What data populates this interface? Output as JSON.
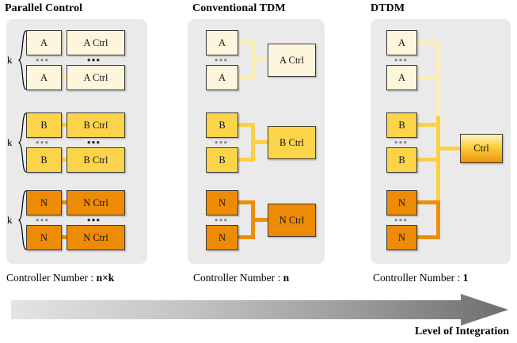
{
  "figure": {
    "title_row": [
      "Parallel Control",
      "Conventional TDM",
      "DTDM"
    ],
    "integration_label": "Level of Integration"
  },
  "panels": [
    {
      "title": "Parallel Control",
      "caption_prefix": "Controller Number : ",
      "caption_value": "n×k",
      "brace_labels": [
        "k",
        "k",
        "k"
      ],
      "groups": [
        {
          "tone": "a",
          "unit_label": "A",
          "ctrl_label": "A Ctrl",
          "ellipsis": "•••"
        },
        {
          "tone": "b",
          "unit_label": "B",
          "ctrl_label": "B Ctrl",
          "ellipsis": "•••"
        },
        {
          "tone": "n",
          "unit_label": "N",
          "ctrl_label": "N Ctrl",
          "ellipsis": "•••"
        }
      ]
    },
    {
      "title": "Conventional TDM",
      "caption_prefix": "Controller Number : ",
      "caption_value": "n",
      "groups": [
        {
          "tone": "a",
          "unit_label": "A",
          "ctrl_label": "A Ctrl",
          "ellipsis": "•••"
        },
        {
          "tone": "b",
          "unit_label": "B",
          "ctrl_label": "B Ctrl",
          "ellipsis": "•••"
        },
        {
          "tone": "n",
          "unit_label": "N",
          "ctrl_label": "N Ctrl",
          "ellipsis": "•••"
        }
      ]
    },
    {
      "title": "DTDM",
      "caption_prefix": "Controller Number : ",
      "caption_value": "1",
      "shared_ctrl_label": "Ctrl",
      "groups": [
        {
          "tone": "a",
          "unit_label": "A",
          "ellipsis": "•••"
        },
        {
          "tone": "b",
          "unit_label": "B",
          "ellipsis": "•••"
        },
        {
          "tone": "n",
          "unit_label": "N",
          "ellipsis": "•••"
        }
      ]
    }
  ],
  "colors": {
    "tone_a_fill": "#fdf6dc",
    "tone_b_fill": "#fbd449",
    "tone_n_fill": "#ee8b05",
    "wire_a": "#fdeeb5",
    "wire_b": "#fbd043",
    "wire_n": "#ef8e06",
    "panel_bg": "#eaeaea",
    "box_border": "#3a3a3a",
    "arrow_start": "#e2e2e2",
    "arrow_end": "#6b6b6b"
  }
}
